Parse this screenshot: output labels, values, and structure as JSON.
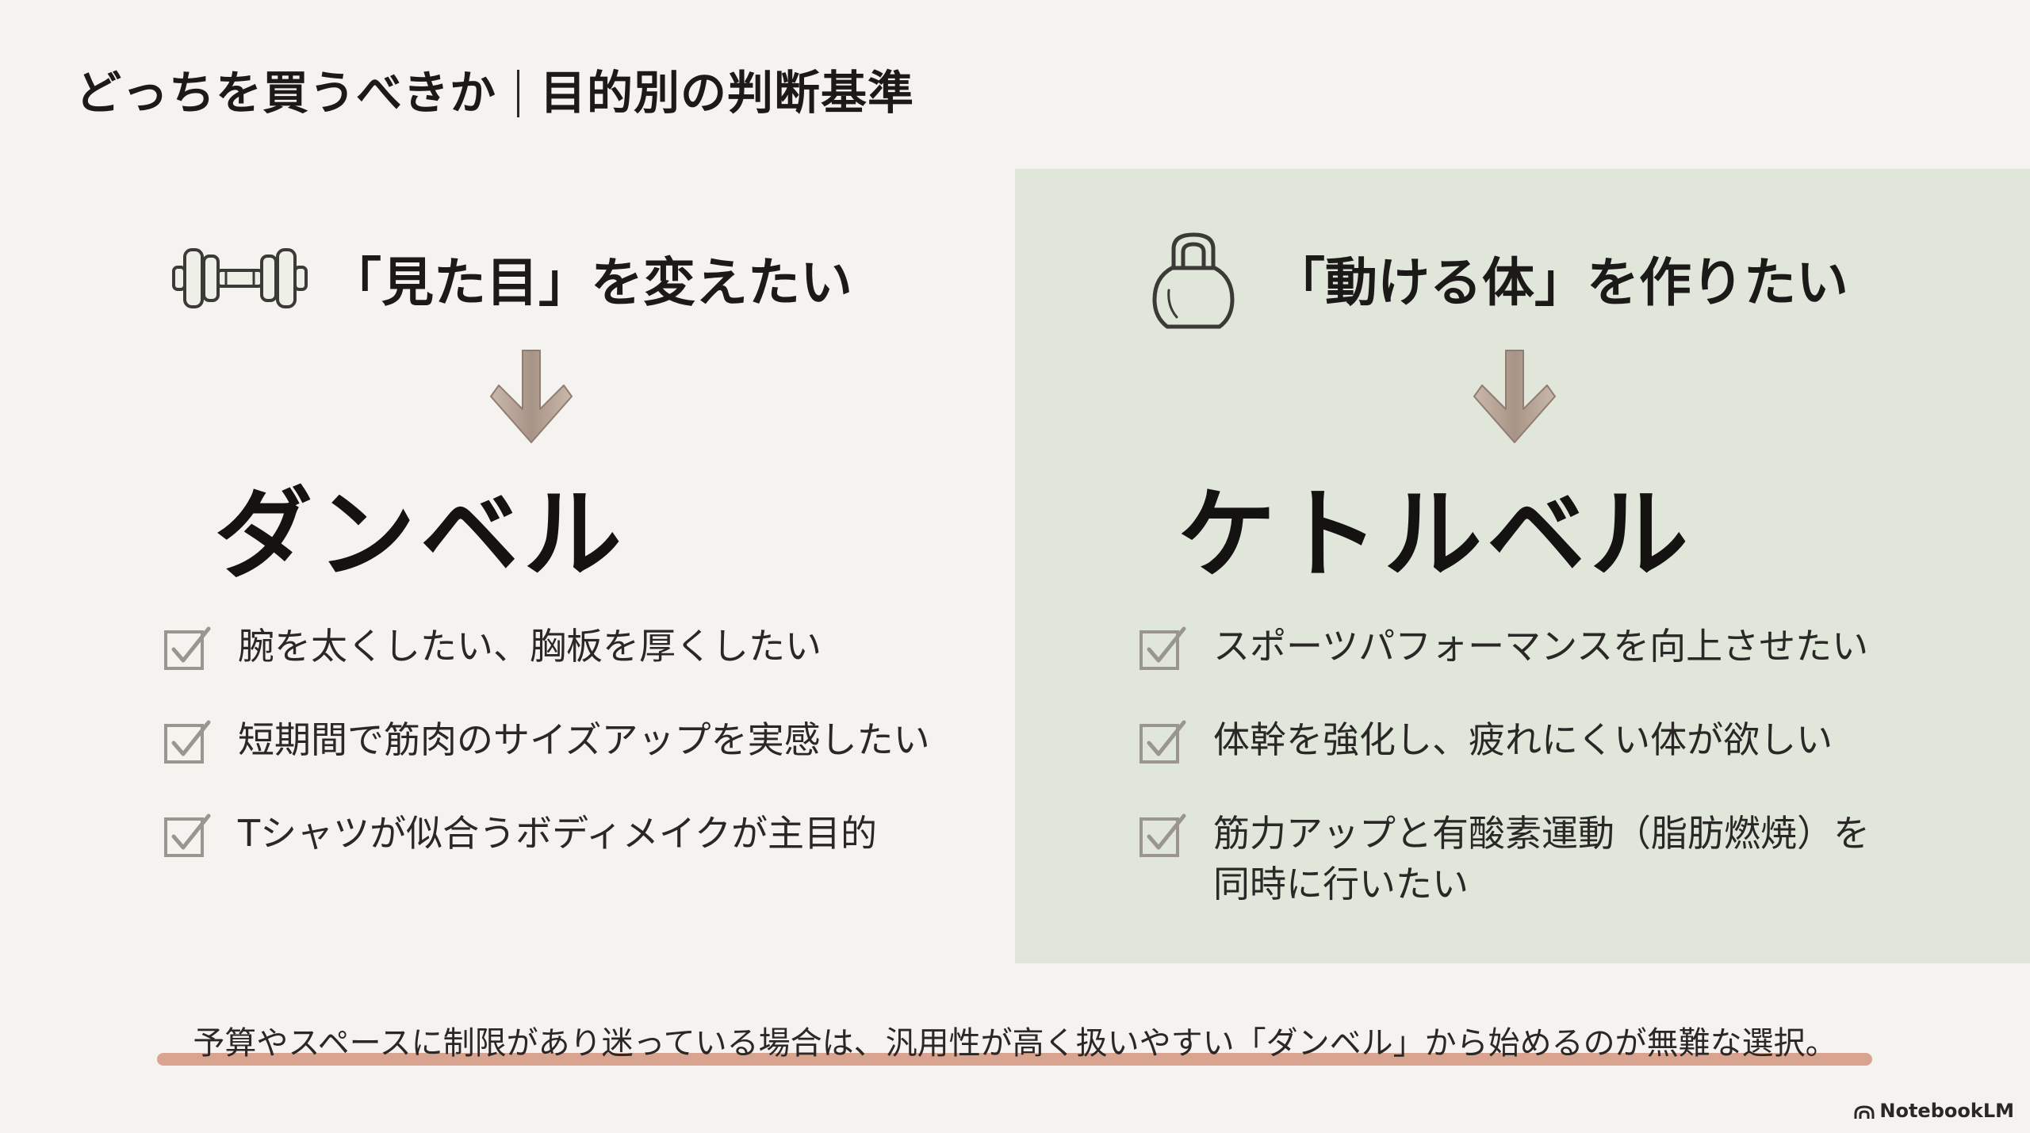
{
  "title": {
    "main": "どっちを買うべきか",
    "sub": "目的別の判断基準"
  },
  "left": {
    "icon": "dumbbell-icon",
    "goal": "「見た目」を変えたい",
    "product": "ダンベル",
    "items": [
      "腕を太くしたい、胸板を厚くしたい",
      "短期間で筋肉のサイズアップを実感したい",
      "Tシャツが似合うボディメイクが主目的"
    ]
  },
  "right": {
    "icon": "kettlebell-icon",
    "goal": "「動ける体」を作りたい",
    "product": "ケトルベル",
    "items": [
      "スポーツパフォーマンスを向上させたい",
      "体幹を強化し、疲れにくい体が欲しい",
      "筋力アップと有酸素運動（脂肪燃焼）を",
      "同時に行いたい"
    ]
  },
  "footer": "予算やスペースに制限があり迷っている場合は、汎用性が高く扱いやすい「ダンベル」から始めるのが無難な選択。",
  "brand": "NotebookLM",
  "colors": {
    "background": "#f5f3ef",
    "right_panel": "#e0e6da",
    "underline": "#d9a48f",
    "arrow": "#b9a79a",
    "checkbox": "#9a958f"
  }
}
